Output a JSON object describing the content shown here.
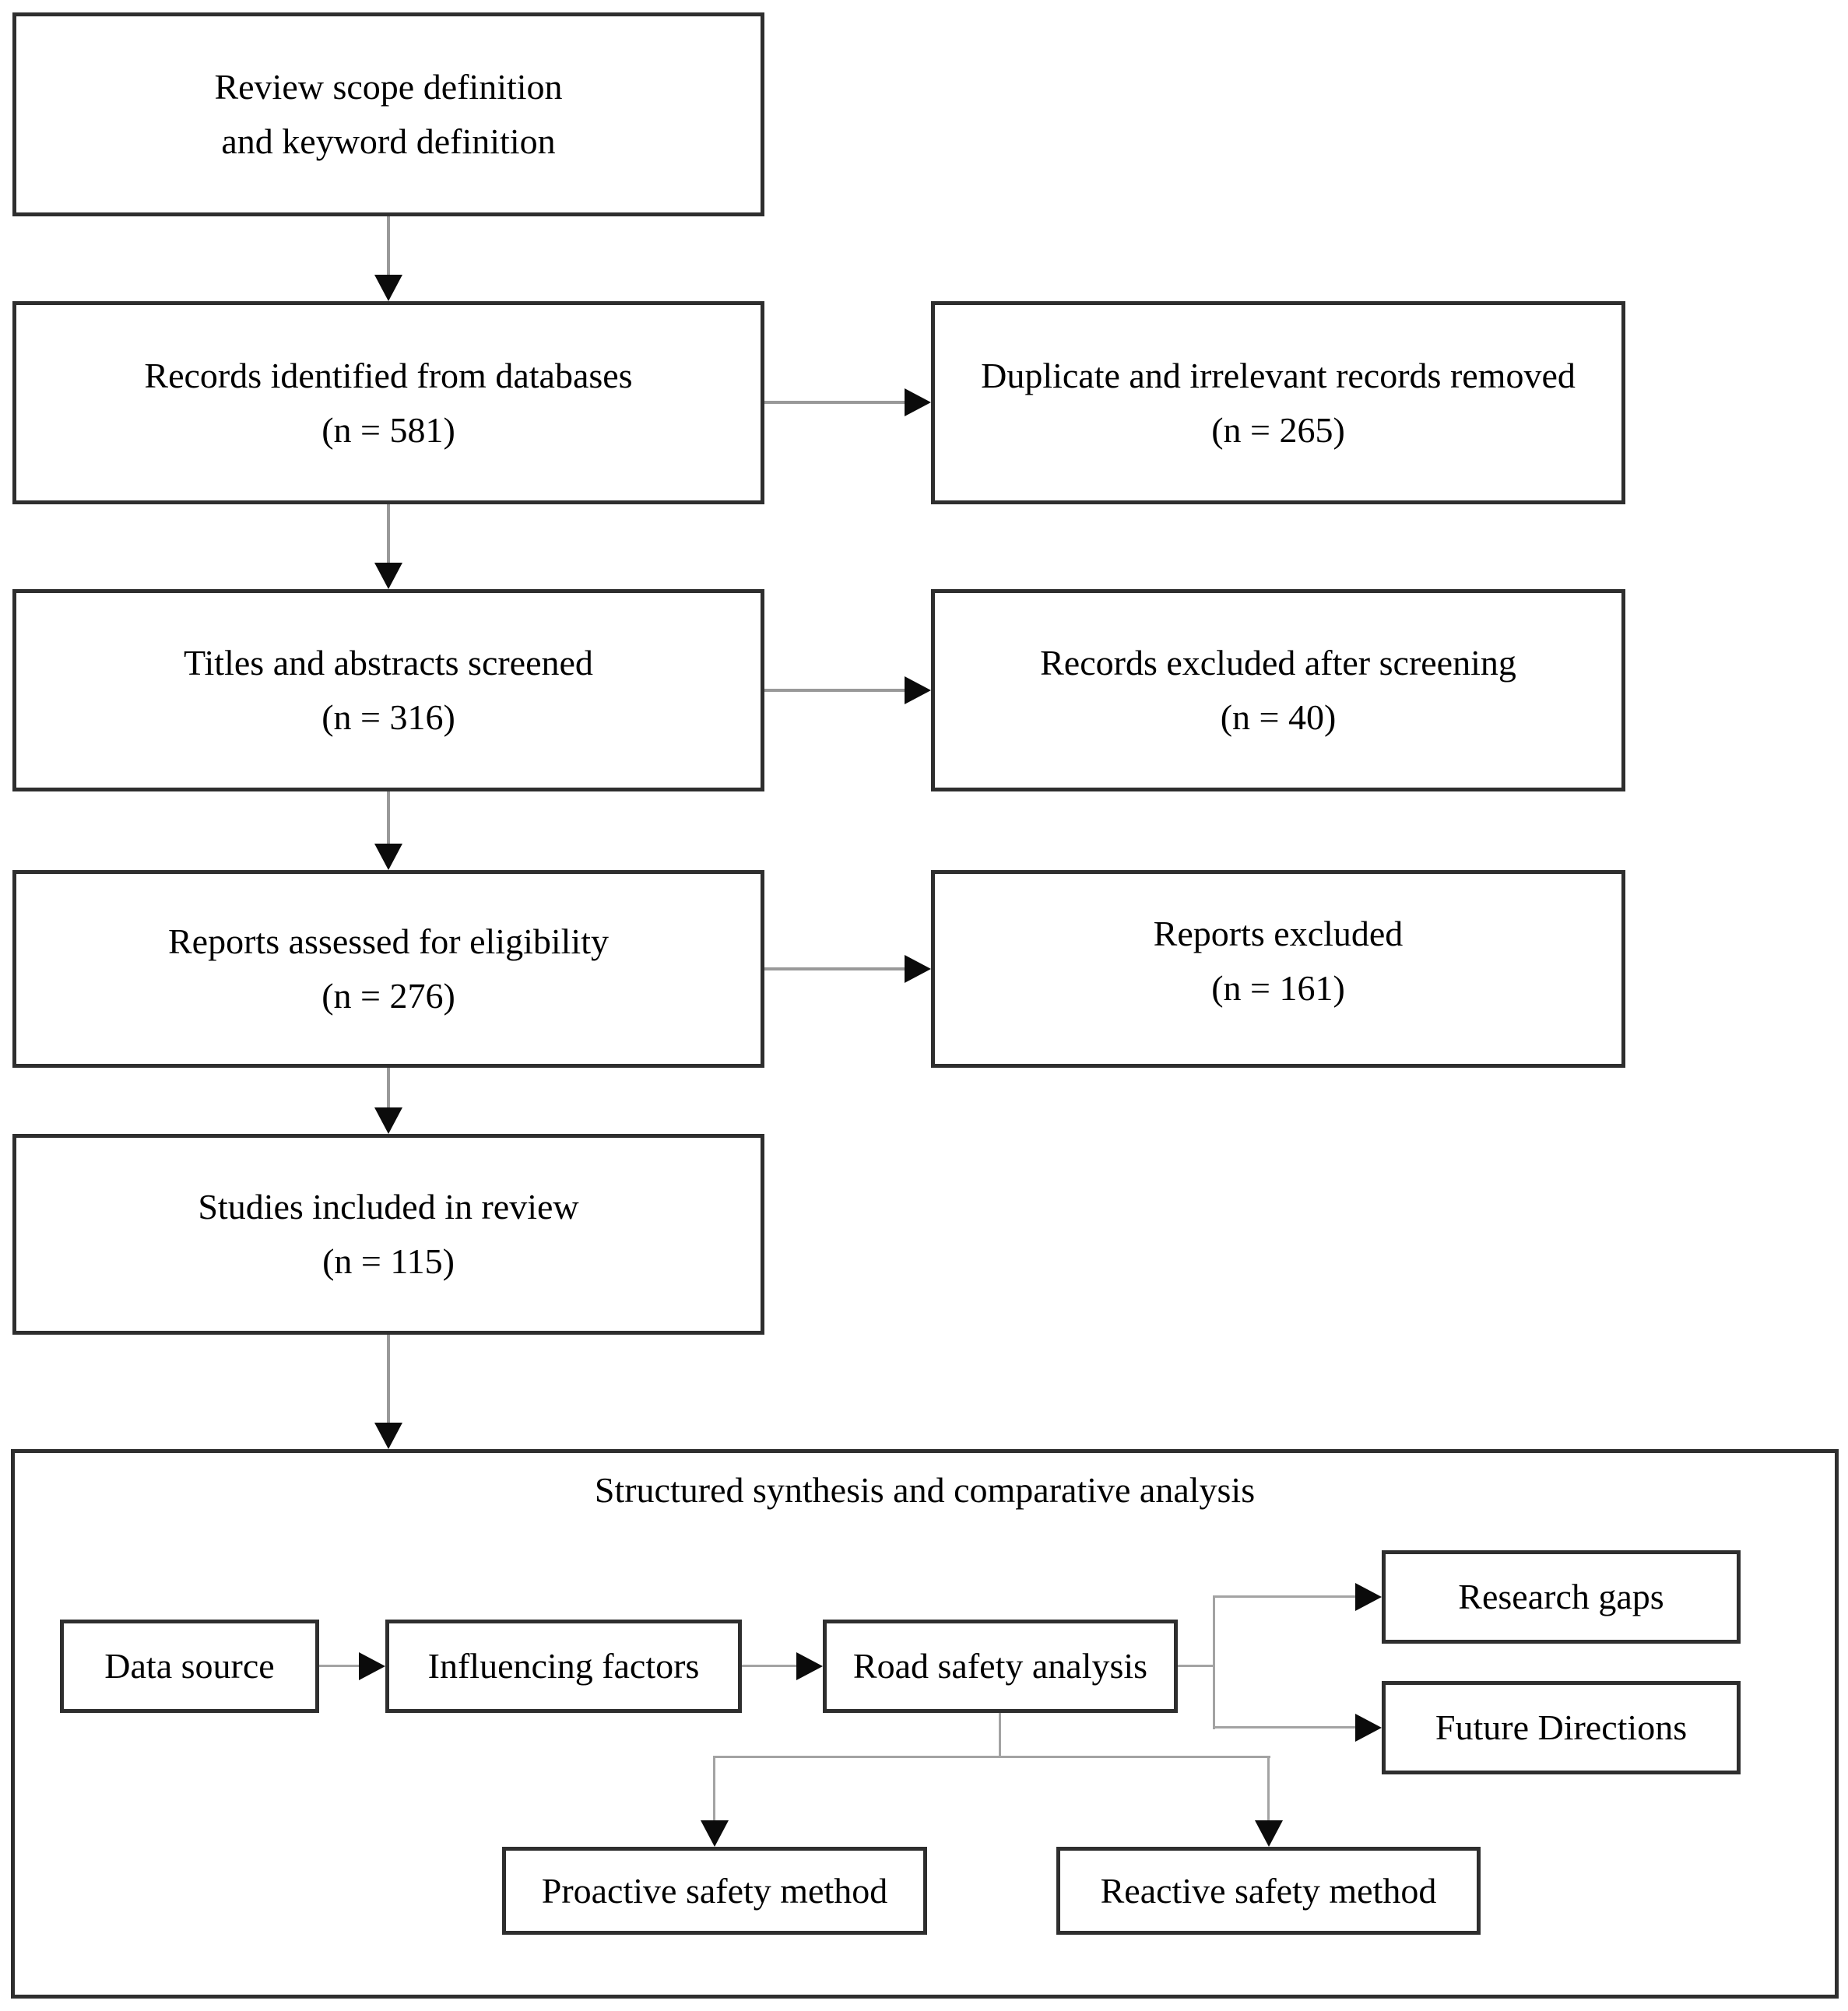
{
  "flowchart": {
    "steps": {
      "scope": {
        "line1": "Review scope definition",
        "line2": "and keyword definition"
      },
      "identified": {
        "line1": "Records identified from databases",
        "line2": "(n = 581)"
      },
      "removed": {
        "line1": "Duplicate and irrelevant records removed",
        "line2": "(n = 265)"
      },
      "screened": {
        "line1": "Titles and abstracts screened",
        "line2": "(n = 316)"
      },
      "excluded_screening": {
        "line1": "Records excluded after screening",
        "line2": "(n = 40)"
      },
      "assessed": {
        "line1": "Reports assessed for eligibility",
        "line2": "(n = 276)"
      },
      "excluded_reports": {
        "line1": "Reports excluded",
        "line2": "(n = 161)"
      },
      "included": {
        "line1": "Studies included in review",
        "line2": "(n = 115)"
      }
    },
    "synthesis": {
      "title": "Structured synthesis and comparative analysis",
      "nodes": {
        "data_source": "Data source",
        "influencing_factors": "Influencing factors",
        "road_safety_analysis": "Road safety analysis",
        "research_gaps": "Research gaps",
        "future_directions": "Future Directions",
        "proactive_method": "Proactive safety method",
        "reactive_method": "Reactive safety method"
      }
    },
    "colors": {
      "background": "#ffffff",
      "box_border": "#2e2e2e",
      "text": "#000000",
      "connector_line": "#999999",
      "arrowhead": "#0b0b0b"
    }
  }
}
